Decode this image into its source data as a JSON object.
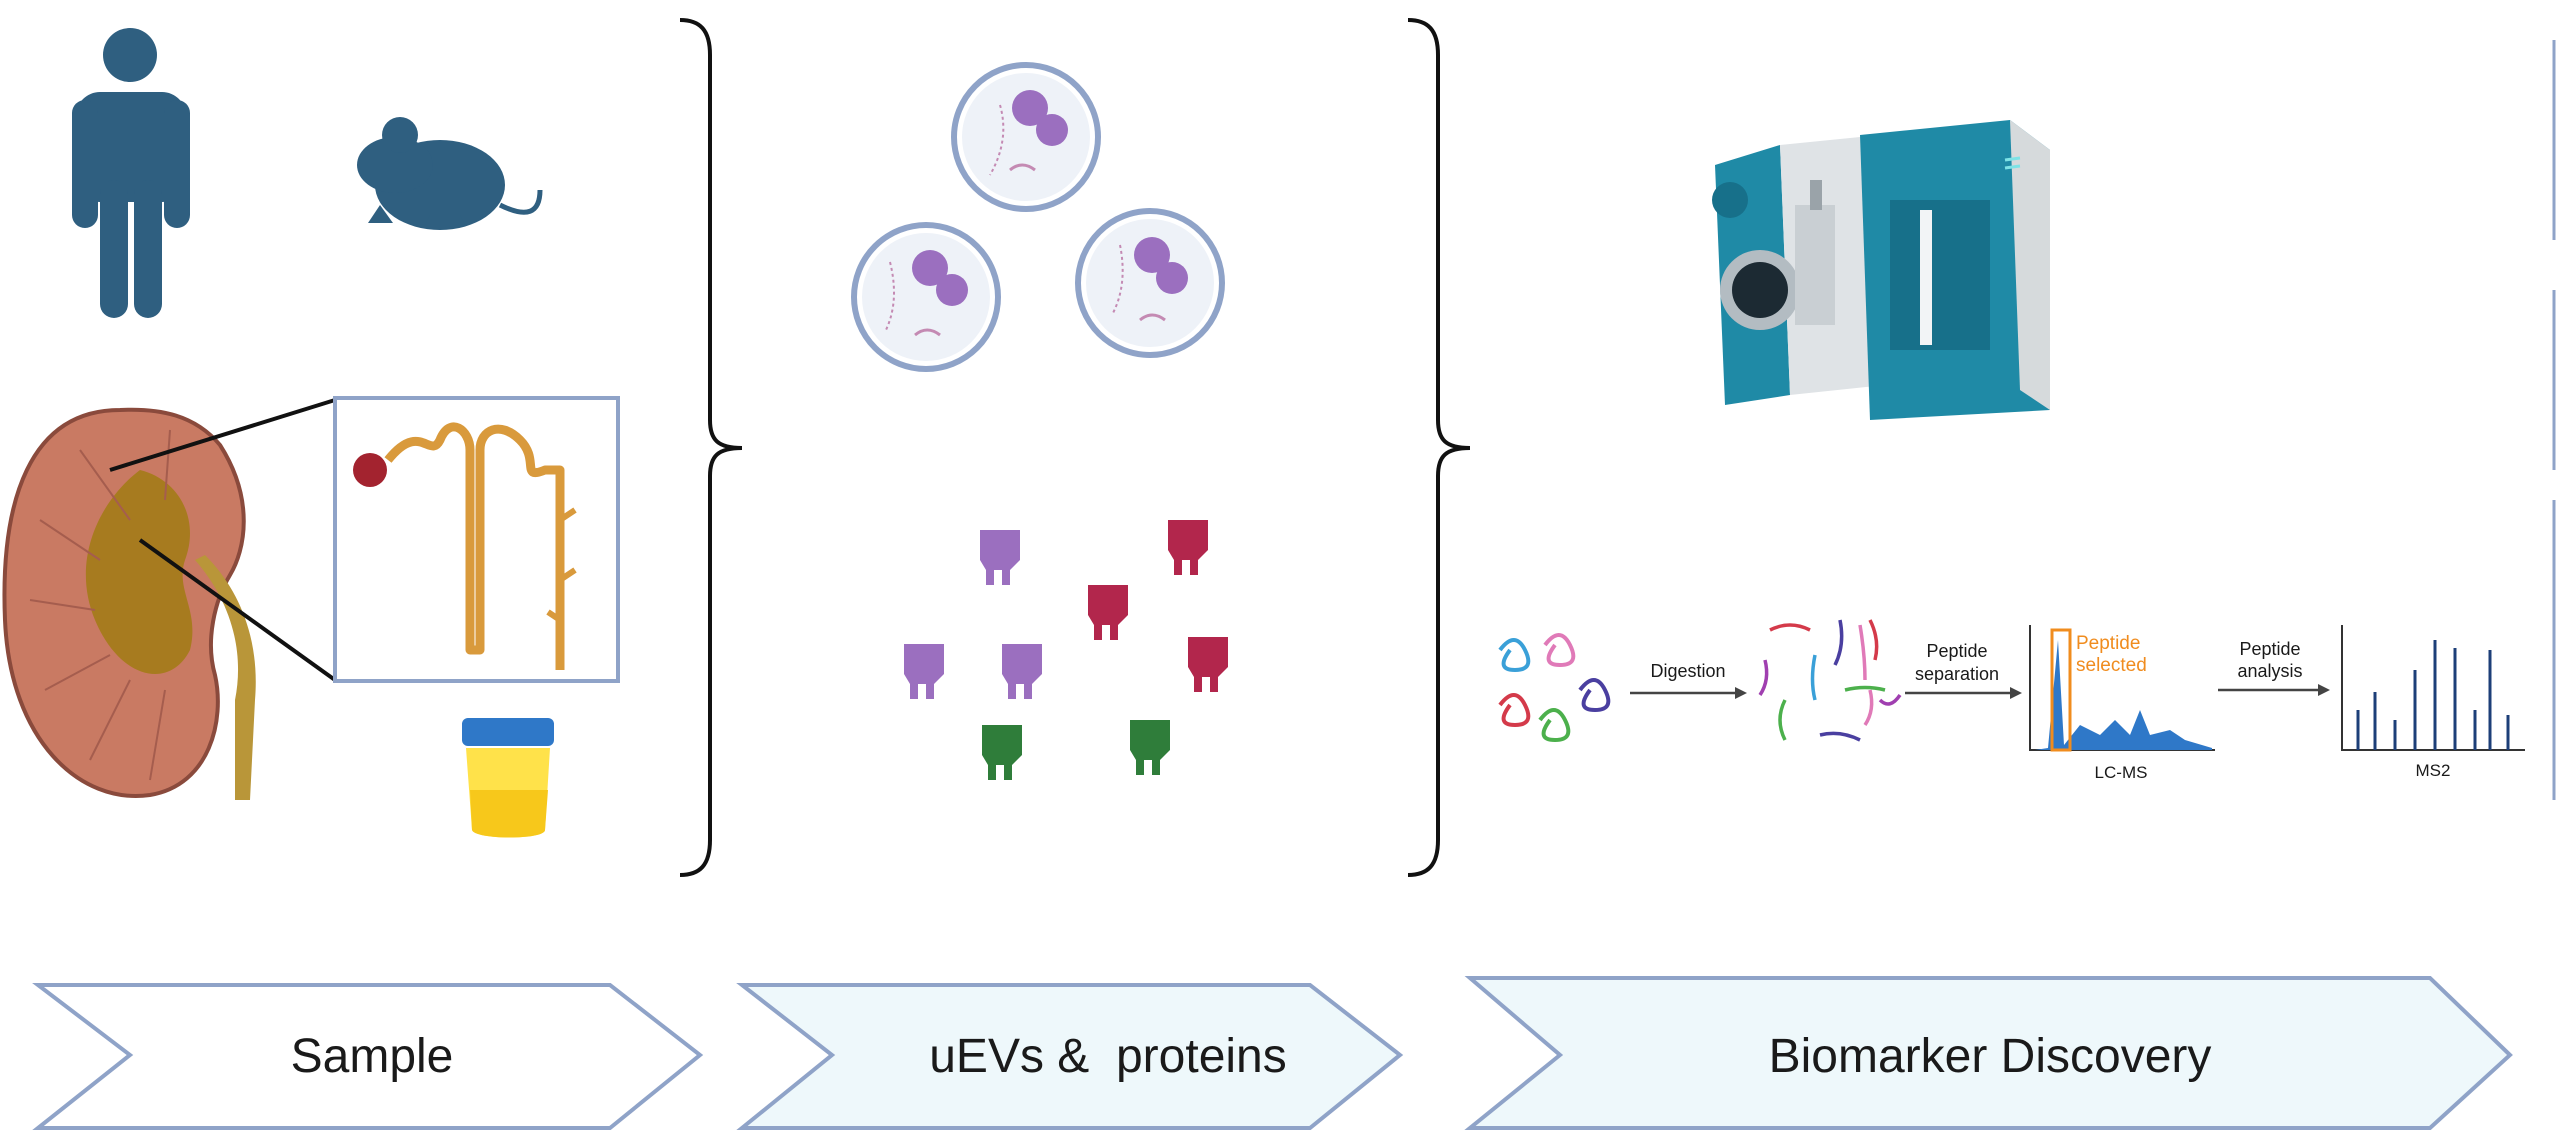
{
  "stages": [
    {
      "label": "Sample"
    },
    {
      "label": "uEVs &  proteins"
    },
    {
      "label": "Biomarker Discovery"
    }
  ],
  "workflow": {
    "digestion": "Digestion",
    "separation_line1": "Peptide",
    "separation_line2": "separation",
    "selected_line1": "Peptide",
    "selected_line2": "selected",
    "analysis_line1": "Peptide",
    "analysis_line2": "analysis",
    "lcms": "LC-MS",
    "ms2": "MS2"
  },
  "colors": {
    "icon_blue": "#2f5f80",
    "chevron_stroke": "#8fa3c8",
    "chevron_fill": "#eef8fb",
    "purple_protein": "#9b6fbf",
    "red_protein": "#b2264c",
    "green_protein": "#2f7d3a",
    "instrument_teal": "#1f8aa6",
    "selected_orange": "#f08c1e"
  }
}
